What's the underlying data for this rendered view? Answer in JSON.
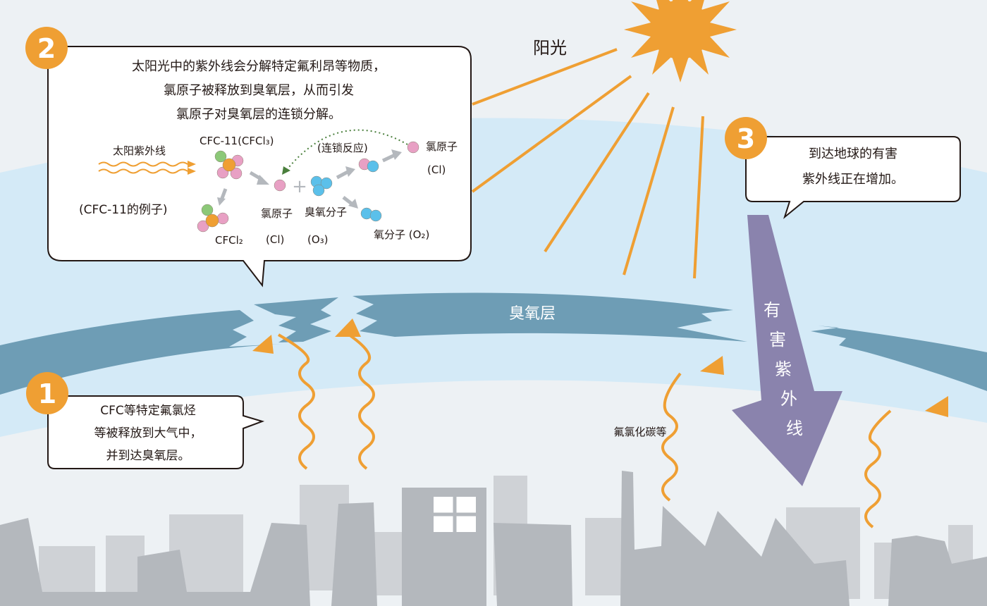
{
  "sunlight_label": "阳光",
  "ozone_label": "臭氧层",
  "cfc_label": "氟氯化碳等",
  "harmful_uv_chars": [
    "有",
    "害",
    "紫",
    "外",
    "线"
  ],
  "callout1": {
    "number": "1",
    "lines": [
      "CFC等特定氟氯烃",
      "等被释放到大气中，",
      "并到达臭氧层。"
    ]
  },
  "callout2": {
    "number": "2",
    "lines": [
      "太阳光中的紫外线会分解特定氟利昂等物质，",
      "氯原子被释放到臭氧层，从而引发",
      "氯原子对臭氧层的连锁分解。"
    ],
    "uv_label": "太阳紫外线",
    "cfc11_label": "CFC-11(CFCl₃)",
    "example_label": "(CFC-11的例子)",
    "cfcl2_label": "CFCl₂",
    "chain_label": "(连锁反应)",
    "cl_atom_label": "氯原子",
    "cl_symbol": "(Cl)",
    "ozone_molecule_label": "臭氧分子",
    "o3_symbol": "(O₃)",
    "o2_label": "氧分子 (O₂)",
    "cl_atom_right_label": "氯原子",
    "cl_right_symbol": "(Cl)",
    "plus": "+"
  },
  "callout3": {
    "number": "3",
    "lines": [
      "到达地球的有害",
      "紫外线正在增加。"
    ]
  },
  "colors": {
    "orange": "#ef9f33",
    "ozone": "#6e9db5",
    "sky": "#d4eaf7",
    "purple": "#8a83ad",
    "city": "#b4b8bd"
  }
}
